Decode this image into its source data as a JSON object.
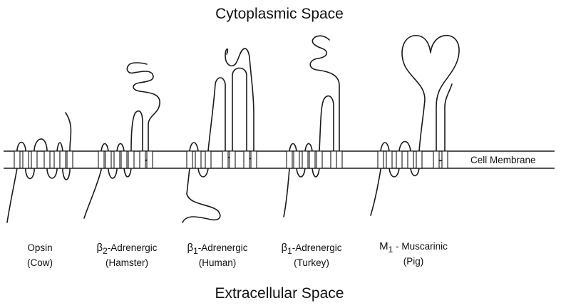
{
  "titles": {
    "top": "Cytoplasmic Space",
    "bottom": "Extracellular Space",
    "membrane": "Cell Membrane"
  },
  "receptors": [
    {
      "prefix": "",
      "sub": "",
      "name": "Opsin",
      "species": "(Cow)"
    },
    {
      "prefix": "β",
      "sub": "2",
      "name": "-Adrenergic",
      "species": "(Hamster)"
    },
    {
      "prefix": "β",
      "sub": "1",
      "name": "-Adrenergic",
      "species": "(Human)"
    },
    {
      "prefix": "β",
      "sub": "1",
      "name": "-Adrenergic",
      "species": "(Turkey)"
    },
    {
      "prefix": "M",
      "sub": "1",
      "name": " - Muscarinic",
      "species": "(Pig)"
    }
  ]
}
